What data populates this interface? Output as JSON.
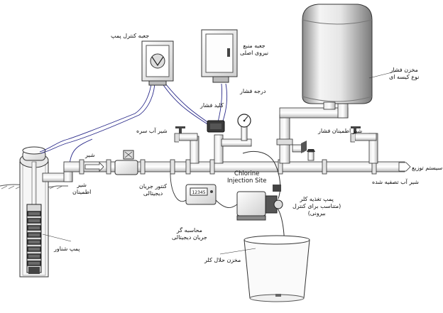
{
  "labels": {
    "pump_control_box": "جعبه کنترل پمپ",
    "power_supply_box": [
      "جعبه منبع",
      "نیروی اصلی"
    ],
    "pressure_tank": [
      "مخزن فشار",
      "نوع کیسه ای"
    ],
    "pressure_gauge": "درجه فشار",
    "pressure_switch": "کلید فشار",
    "faucet": "شیر آب سره",
    "pressure_relief_valve": "شیر اطمینان فشار",
    "check_valve_1": "شیر",
    "check_valve_2": [
      "شیر",
      "اطمینان"
    ],
    "digital_meter": [
      "کنتور جریان",
      "دیجیتالی"
    ],
    "chlorine_site": [
      "Chlorine",
      "Injection Site"
    ],
    "distribution": "سیستم توزیع",
    "treated_water_valve": "شیر آب تصفیه شده",
    "chlorine_feed_pump": [
      "پمپ تغذیه کلر",
      "(متناسب برای کنترل",
      "بیرونی)"
    ],
    "flow_calculator": [
      "محاسبه گر",
      "جریان دیجیتالی"
    ],
    "submersible_pump": "پمپ شناور",
    "chlorine_tank": "مخزن حلال کلر",
    "meter_display": "12345"
  }
}
